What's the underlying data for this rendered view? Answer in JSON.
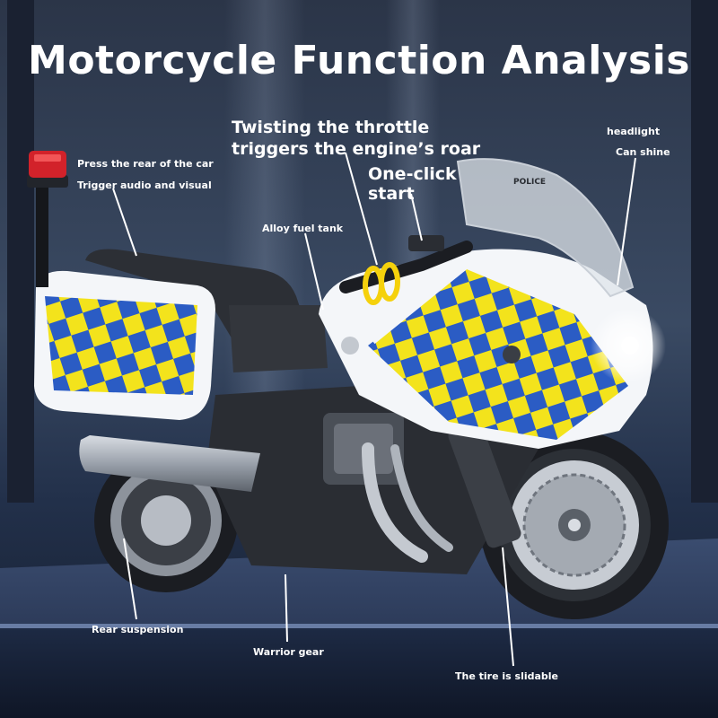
{
  "title": "Motorcycle Function Analysis",
  "labels": {
    "press_rear": "Press the rear of the car",
    "trigger_audio": "Trigger audio and visual",
    "throttle_line1": "Twisting the throttle",
    "throttle_line2": "triggers the engine’s roar",
    "one_click_line1": "One-click",
    "one_click_line2": "start",
    "headlight": "headlight",
    "can_shine": "Can shine",
    "fuel_tank": "Alloy fuel tank",
    "rear_suspension": "Rear suspension",
    "warrior_gear": "Warrior gear",
    "tire": "The tire is slidable",
    "windshield_text": "POLICE"
  },
  "colors": {
    "checker_yellow": "#f3e31c",
    "checker_blue": "#2b5cc4",
    "body_white": "#f4f6f9",
    "frame_dark": "#2a2d33",
    "beacon_red": "#d2222a",
    "throttle_ring": "#f5d10c"
  }
}
